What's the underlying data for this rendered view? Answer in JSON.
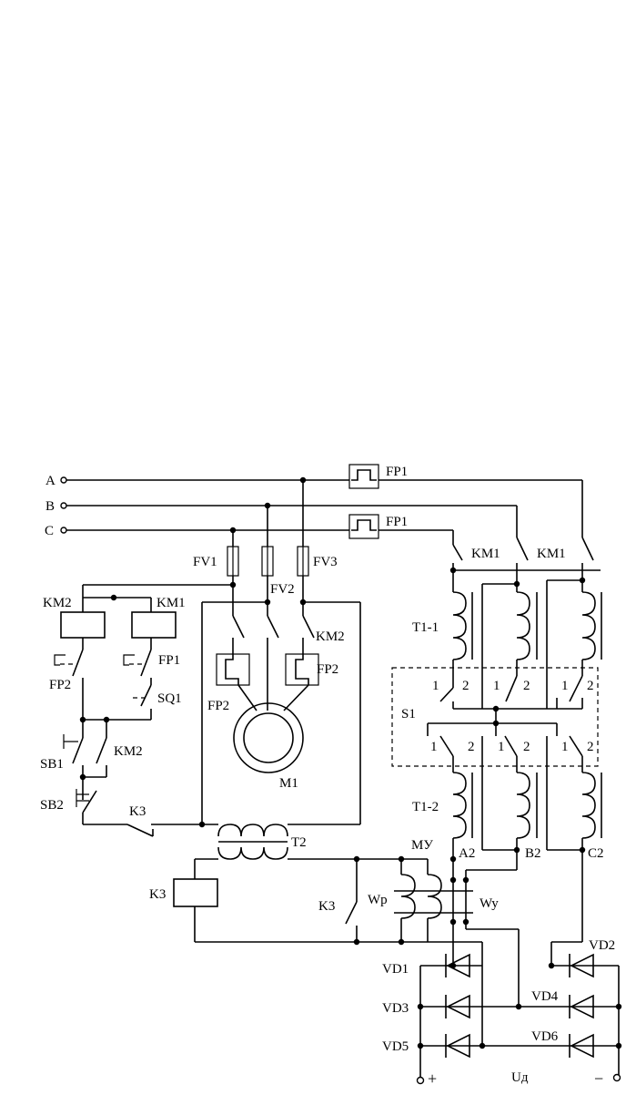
{
  "labels": {
    "phase_a": "A",
    "phase_b": "B",
    "phase_c": "C",
    "fp1_top": "FP1",
    "fp1_mid": "FP1",
    "fv1": "FV1",
    "fv2": "FV2",
    "fv3": "FV3",
    "km2_coil": "KM2",
    "km1_coil": "KM1",
    "fp1_contact": "FP1",
    "fp2_contact": "FP2",
    "sq1": "SQ1",
    "sb1": "SB1",
    "km2_hold": "KM2",
    "sb2": "SB2",
    "k3_contact_left": "K3",
    "k3_coil": "K3",
    "km2_main": "KM2",
    "fp2_heater_left": "FP2",
    "fp2_heater_right": "FP2",
    "m1": "M1",
    "t2": "T2",
    "km1_a": "KM1",
    "km1_b": "KM1",
    "t1_1": "T1-1",
    "t1_2": "T1-2",
    "s1": "S1",
    "a2": "A2",
    "b2": "B2",
    "c2": "C2",
    "mu": "МУ",
    "wp": "Wp",
    "wy": "Wy",
    "k3_right": "K3",
    "vd1": "VD1",
    "vd2": "VD2",
    "vd3": "VD3",
    "vd4": "VD4",
    "vd5": "VD5",
    "vd6": "VD6",
    "plus": "+",
    "minus": "−",
    "ud": "Uд",
    "sw1": [
      "1",
      "1",
      "1",
      "1",
      "1",
      "1"
    ],
    "sw2": [
      "2",
      "2",
      "2",
      "2",
      "2",
      "2"
    ]
  }
}
